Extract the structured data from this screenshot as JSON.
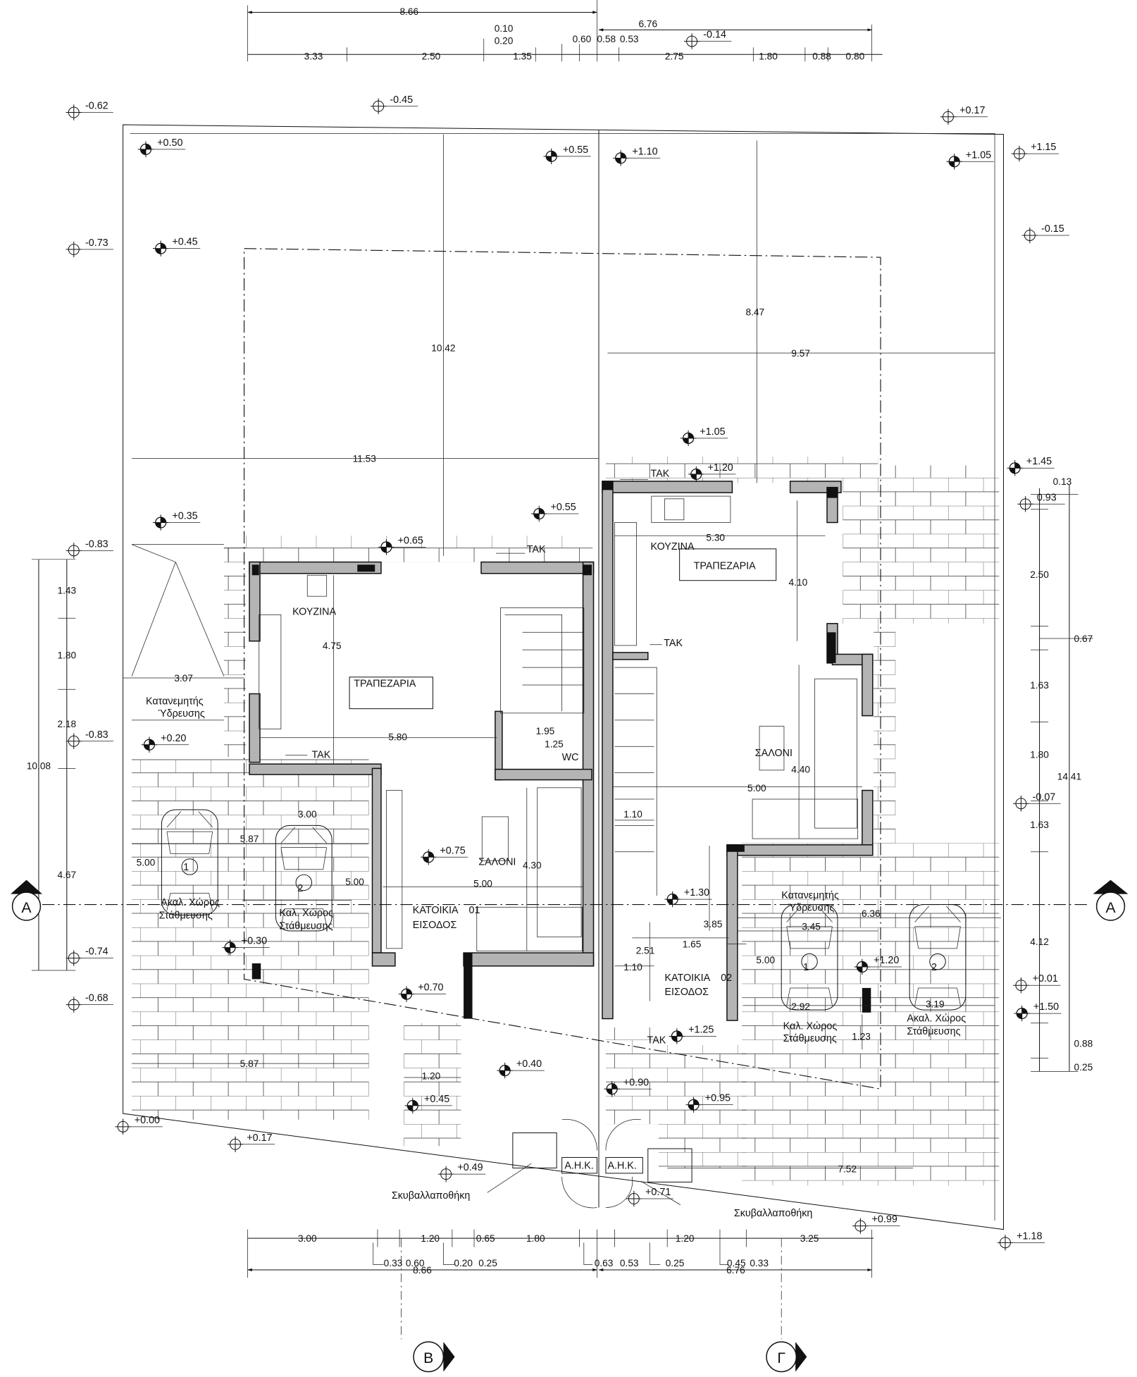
{
  "drawing": {
    "top_dimensions": {
      "overall_left": "8.66",
      "overall_right": "6.76",
      "segments": [
        "3.33",
        "2.50",
        "0.20",
        "0.10",
        "1.35",
        "0.60",
        "0.58",
        "0.53",
        "2.75",
        "1.80",
        "0.88",
        "0.80"
      ]
    },
    "bottom_dimensions": {
      "overall_left": "8.66",
      "overall_right": "6.76",
      "segments": [
        "3.00",
        "1.20",
        "0.65",
        "1.80",
        "1.20",
        "3.25"
      ],
      "sub_segments": [
        "0.33",
        "0.60",
        "0.20",
        "0.25",
        "0.63",
        "0.53",
        "0.25",
        "0.45",
        "0.33"
      ]
    },
    "left_dimensions": [
      "1.43",
      "1.80",
      "2.18",
      "4.67",
      "10.08"
    ],
    "right_dimensions": [
      "0.13",
      "2.50",
      "0.67",
      "1.63",
      "1.80",
      "1.63",
      "4.12",
      "14.41",
      "0.88",
      "0.25"
    ],
    "interior_dimensions": {
      "d_10_42": "10.42",
      "d_8_47": "8.47",
      "d_9_57": "9.57",
      "d_11_53": "11.53",
      "d_3_07": "3.07",
      "d_4_75": "4.75",
      "d_5_80": "5.80",
      "d_1_95": "1.95",
      "d_1_25": "1.25",
      "d_3_00": "3.00",
      "d_5_87a": "5.87",
      "d_5_00a": "5.00",
      "d_5_00b": "5.00",
      "d_5_00c": "5.00",
      "d_4_30": "4.30",
      "d_5_87b": "5.87",
      "d_1_20": "1.20",
      "d_5_30": "5.30",
      "d_4_10": "4.10",
      "d_4_40": "4.40",
      "d_5_00d": "5.00",
      "d_1_10a": "1.10",
      "d_3_85": "3.85",
      "d_1_65": "1.65",
      "d_2_51": "2.51",
      "d_1_10b": "1.10",
      "d_6_36": "6.36",
      "d_3_45": "3.45",
      "d_5_00e": "5.00",
      "d_2_92": "2.92",
      "d_3_19": "3.19",
      "d_1_23": "1.23",
      "d_7_52": "7.52"
    },
    "levels_open": [
      "-0.62",
      "-0.45",
      "+0.17",
      "+1.15",
      "-0.73",
      "-0.15",
      "-0.83",
      "-0.83",
      "-0.74",
      "-0.68",
      "+0.00",
      "+0.17",
      "-0.14",
      "+0.99",
      "+1.18",
      "+0.49",
      "+0.71",
      "0.93",
      "-0.07",
      "+0.01"
    ],
    "levels_filled": [
      "+0.50",
      "+0.55",
      "+1.10",
      "+1.05",
      "+0.45",
      "+0.35",
      "+0.55",
      "+0.65",
      "+0.20",
      "+1.05",
      "+1.20",
      "+1.45",
      "+0.75",
      "+1.30",
      "+0.30",
      "+1.20",
      "+0.70",
      "+1.25",
      "+1.50",
      "+0.40",
      "+0.90",
      "+0.45",
      "+0.95"
    ],
    "rooms": {
      "kitchen_1": "ΚΟΥΖΙΝΑ",
      "dining_1": "ΤΡΑΠΕΖΑΡΙΑ",
      "living_1": "ΣΑΛΟΝΙ",
      "wc_1": "WC",
      "house_1": "ΚΑΤΟΙΚΙΑ",
      "house_1_num": "01",
      "entrance_1": "ΕΙΣΟΔΟΣ",
      "kitchen_2": "ΚΟΥΖΙΝΑ",
      "dining_2": "ΤΡΑΠΕΖΑΡΙΑ",
      "living_2": "ΣΑΛΟΝΙ",
      "house_2": "ΚΑΤΟΙΚΙΑ",
      "house_2_num": "02",
      "entrance_2": "ΕΙΣΟΔΟΣ"
    },
    "annotations": {
      "tak": "ΤΑΚ",
      "water_distributor_1": "Κατανεμητής",
      "water_distributor_2": "Ύδρευσης",
      "uncovered_parking_1": "Ακαλ. Χώρος",
      "uncovered_parking_2": "Στάθμευσης",
      "covered_parking_1": "Καλ. Χώρος",
      "covered_parking_2": "Στάθμευσης",
      "waste_store": "Σκυβαλλαποθήκη",
      "ahk": "Α.Η.Κ.",
      "car_1": "1",
      "car_2": "2"
    },
    "grid_markers": {
      "section_a": "A",
      "axis_b": "B",
      "axis_g": "Γ"
    }
  }
}
